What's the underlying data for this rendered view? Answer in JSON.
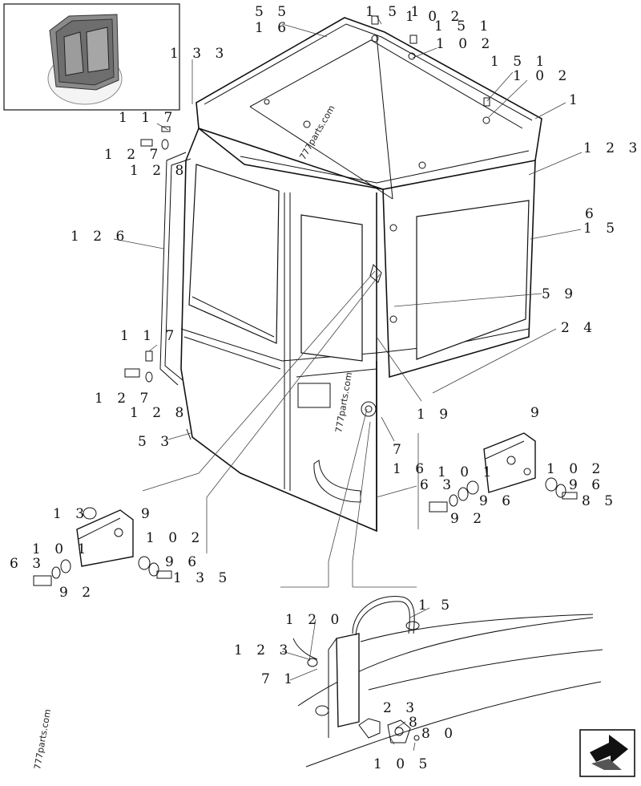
{
  "callouts": [
    "5 5",
    "1 6",
    "1 5 1",
    "1 0 2",
    "1 5 1",
    "1 0 2",
    "1 3 3",
    "1 5 1",
    "1 0 2",
    "1",
    "1 1 7",
    "1 2 7",
    "1 2 8",
    "1 2 3",
    "6",
    "1 5",
    "1 2 6",
    "5 9",
    "2 4",
    "1 1 7",
    "1 2 7",
    "1 2 8",
    "1 9",
    "9",
    "5 3",
    "7",
    "1 6",
    "1 0 1",
    "1 0 2",
    "6 3",
    "9 6",
    "9 6",
    "8 5",
    "1 3",
    "9",
    "9 2",
    "1 0 2",
    "1 0 1",
    "6 3",
    "9 6",
    "9 2",
    "1 3 5",
    "1 2 0",
    "1 5",
    "1 2 3",
    "7 1",
    "2 3",
    "8",
    "8 0",
    "1 0 5"
  ],
  "watermarks": [
    "777parts.com",
    "777parts.com",
    "777parts.com"
  ],
  "icons": {
    "thumbnail": "cab-thumbnail-icon",
    "nav": "next-page-arrow-icon"
  }
}
